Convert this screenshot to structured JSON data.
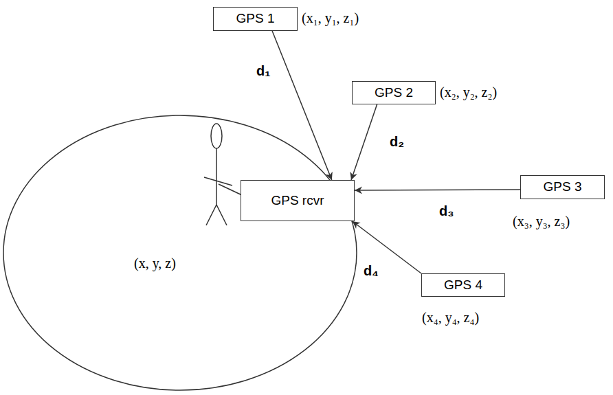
{
  "diagram": {
    "nodes": [
      {
        "text": [
          "GPS 1",
          "(x₁, y₁, z₁)"
        ]
      },
      {
        "text": [
          "GPS 2",
          "(x₂, y₂, z₂)"
        ]
      },
      {
        "text": [
          "GPS rcvr"
        ]
      },
      {
        "text": [
          "GPS 3",
          "(x₃, y₃, z₃)"
        ]
      },
      {
        "text": [
          "GPS 4",
          "(x₄, y₄, z₄)"
        ]
      }
    ],
    "edges": [
      {
        "from": 0,
        "to": 2,
        "arrow": "to",
        "label": "d₁"
      },
      {
        "from": 1,
        "to": 2,
        "arrow": "to",
        "label": "d₂"
      },
      {
        "from": 3,
        "to": 2,
        "arrow": "to",
        "label": "d₃"
      },
      {
        "from": 4,
        "to": 2,
        "arrow": "to",
        "label": "d₄"
      }
    ],
    "labels": [
      "(x, y, z)"
    ]
  }
}
